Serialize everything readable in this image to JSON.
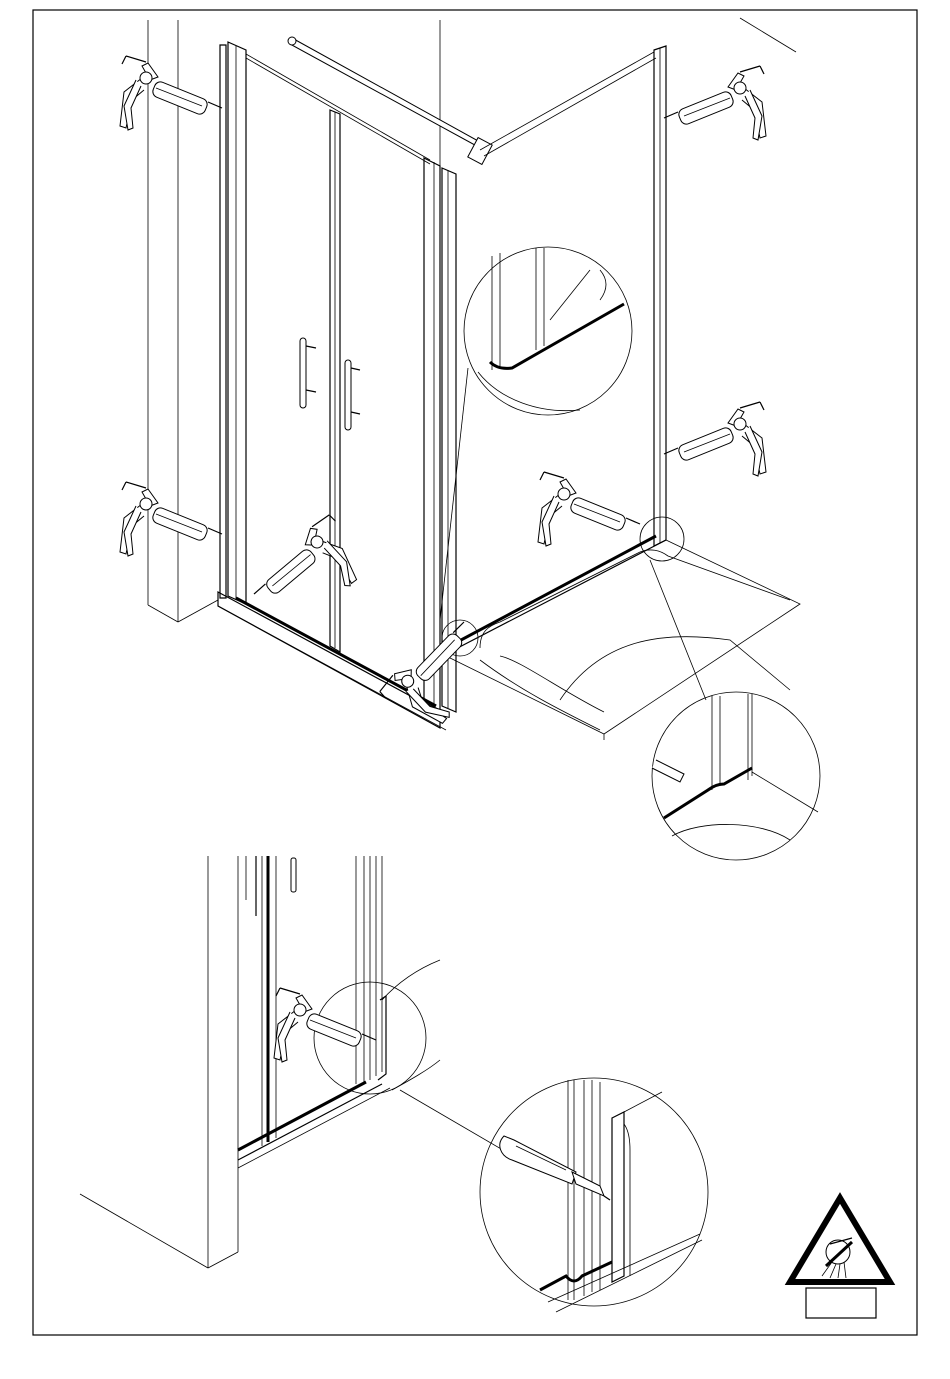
{
  "figure": {
    "kind": "assembly-instruction-drawing",
    "steps": [
      {
        "name": "shower-enclosure-sealing-overview",
        "details": [
          "wall-profile-top-detail",
          "base-corner-detail"
        ]
      },
      {
        "name": "door-base-sealing-closeup",
        "details": [
          "profile-base-seal-detail"
        ]
      }
    ],
    "tools": [
      "silicone-gun-icon"
    ],
    "warning": {
      "symbol": "warning-triangle-icon",
      "meaning": "do-not-shower-until-silicone-cured"
    },
    "colors": {
      "ink": "#000000",
      "paper": "#ffffff"
    }
  }
}
